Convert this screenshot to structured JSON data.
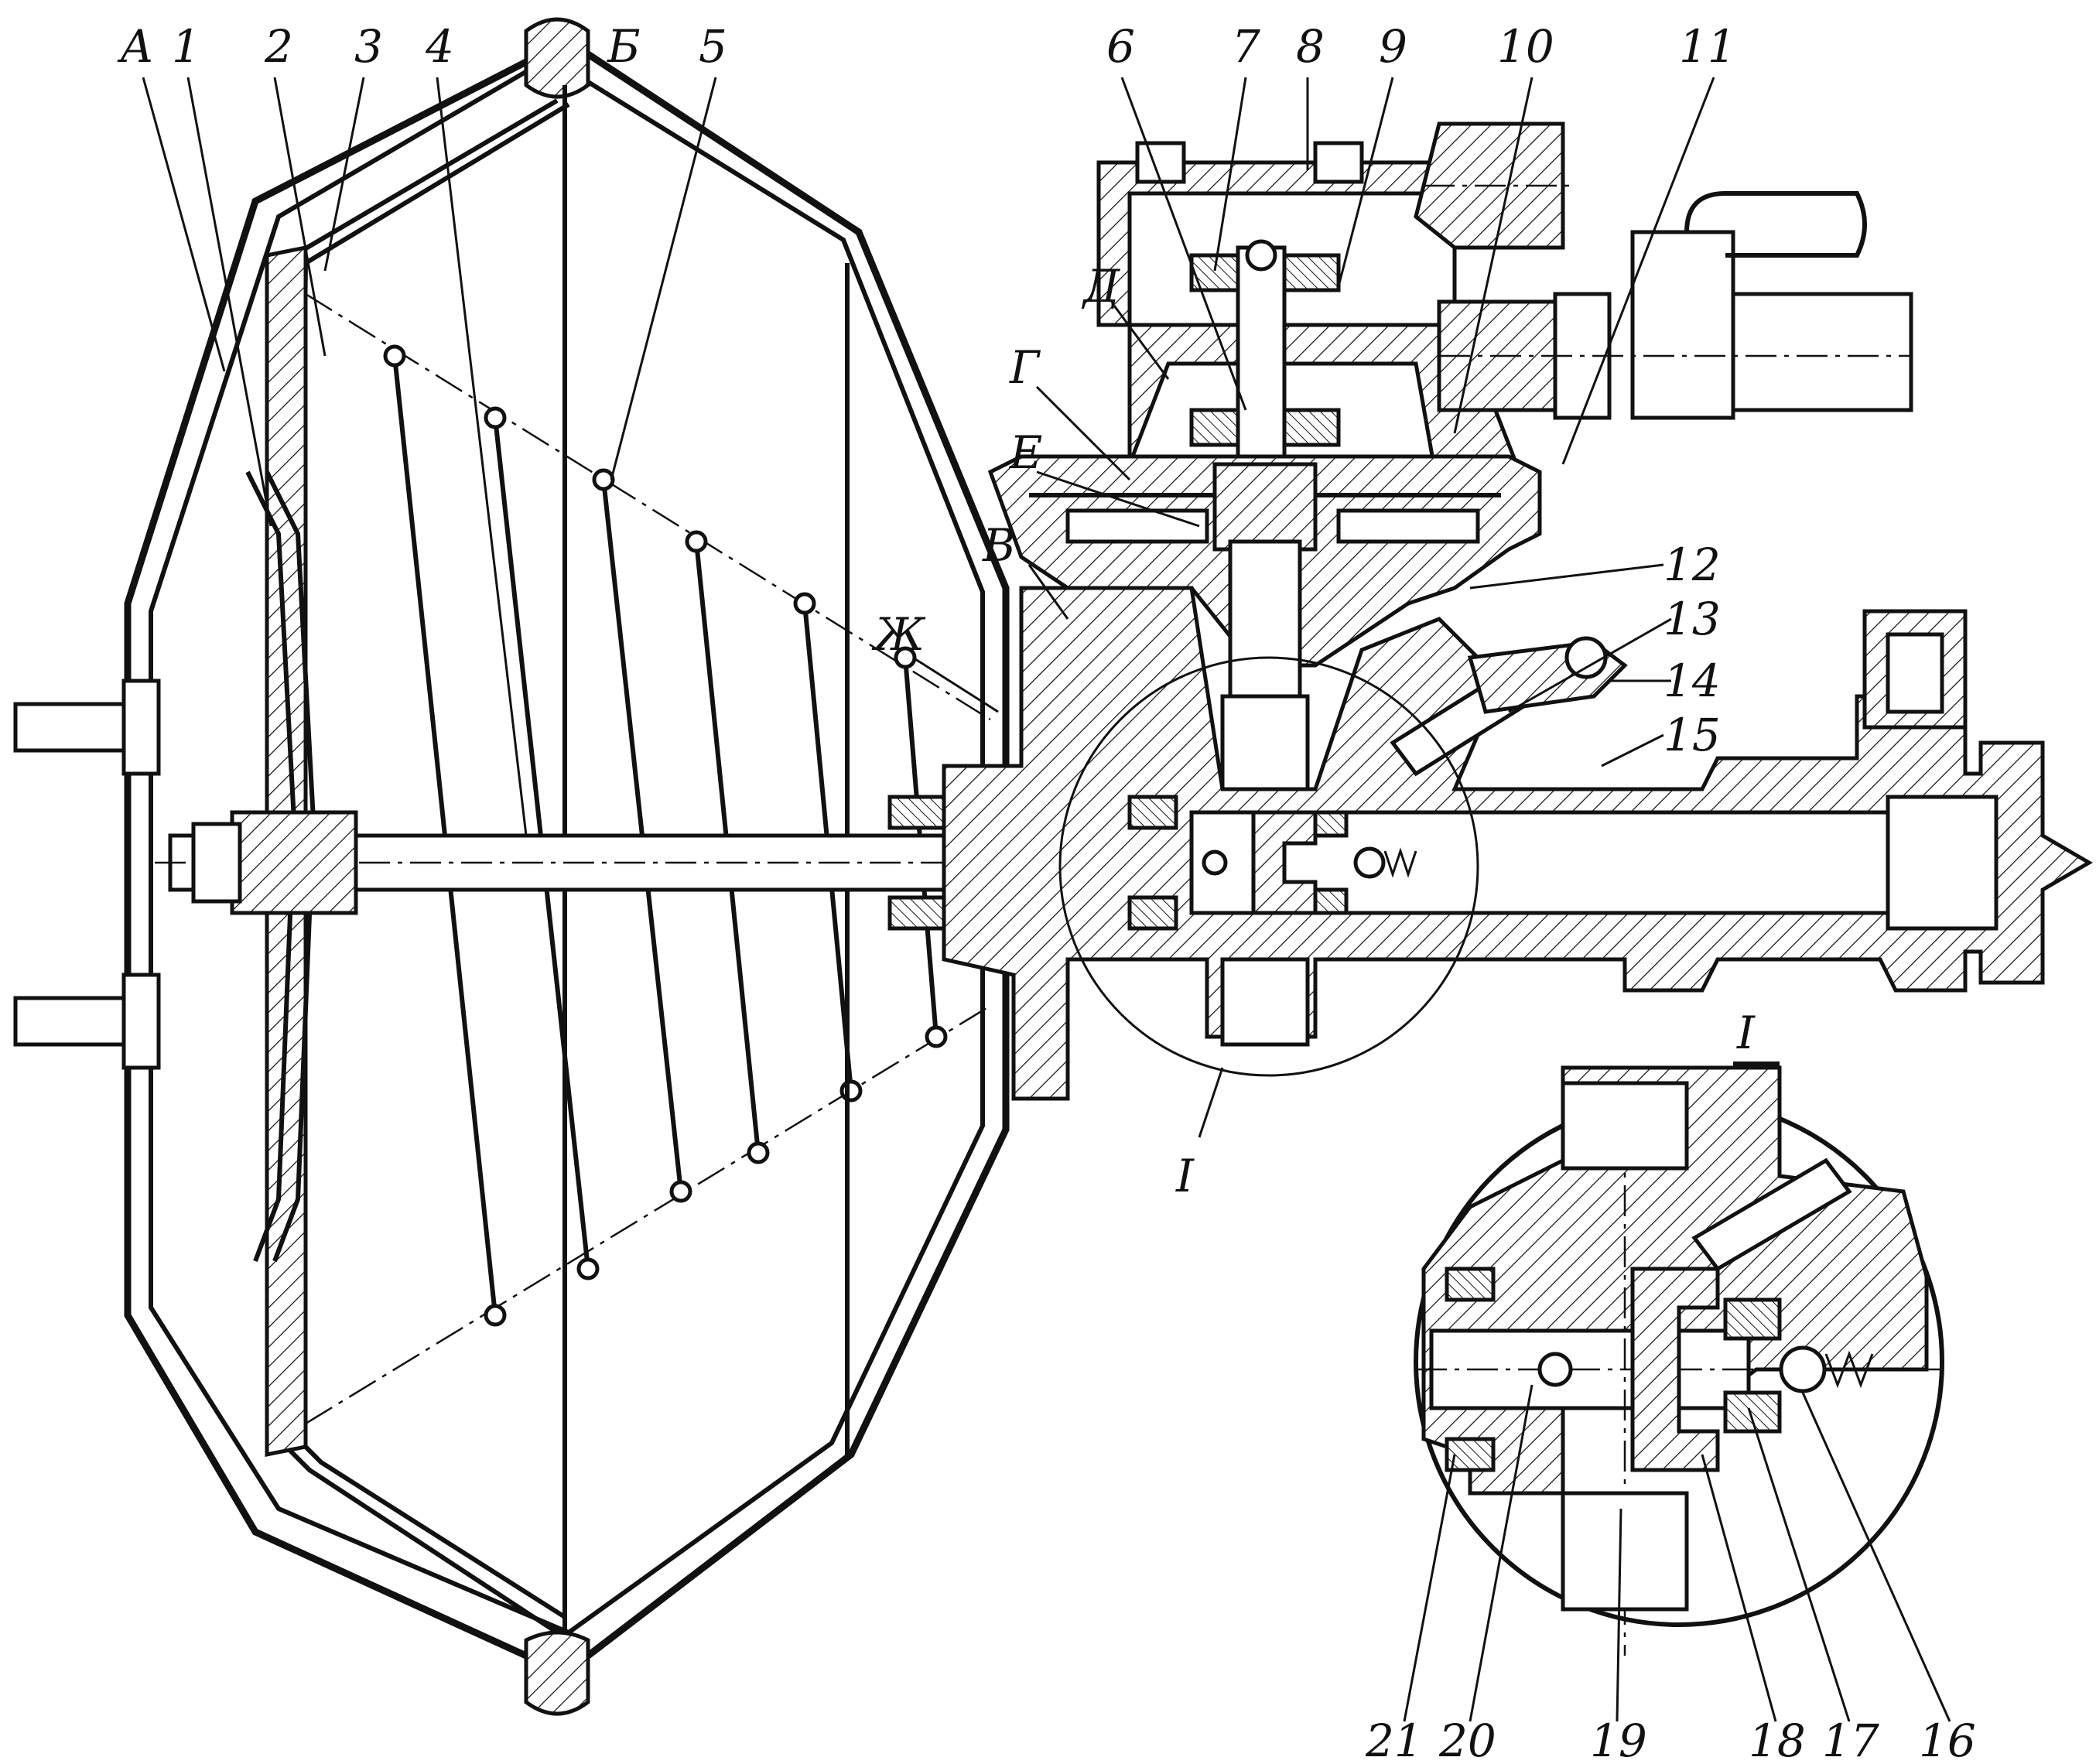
{
  "callouts": {
    "A": "А",
    "1": "1",
    "2": "2",
    "3": "3",
    "4": "4",
    "B": "Б",
    "5": "5",
    "6": "6",
    "7": "7",
    "8": "8",
    "9": "9",
    "10": "10",
    "11": "11",
    "D": "Д",
    "G": "Г",
    "E": "Е",
    "V": "В",
    "12": "12",
    "13": "13",
    "14": "14",
    "Zh": "Ж",
    "15": "15",
    "I_view": "I",
    "I_label": "I",
    "16": "16",
    "17": "17",
    "18": "18",
    "19": "19",
    "20": "20",
    "21": "21"
  }
}
